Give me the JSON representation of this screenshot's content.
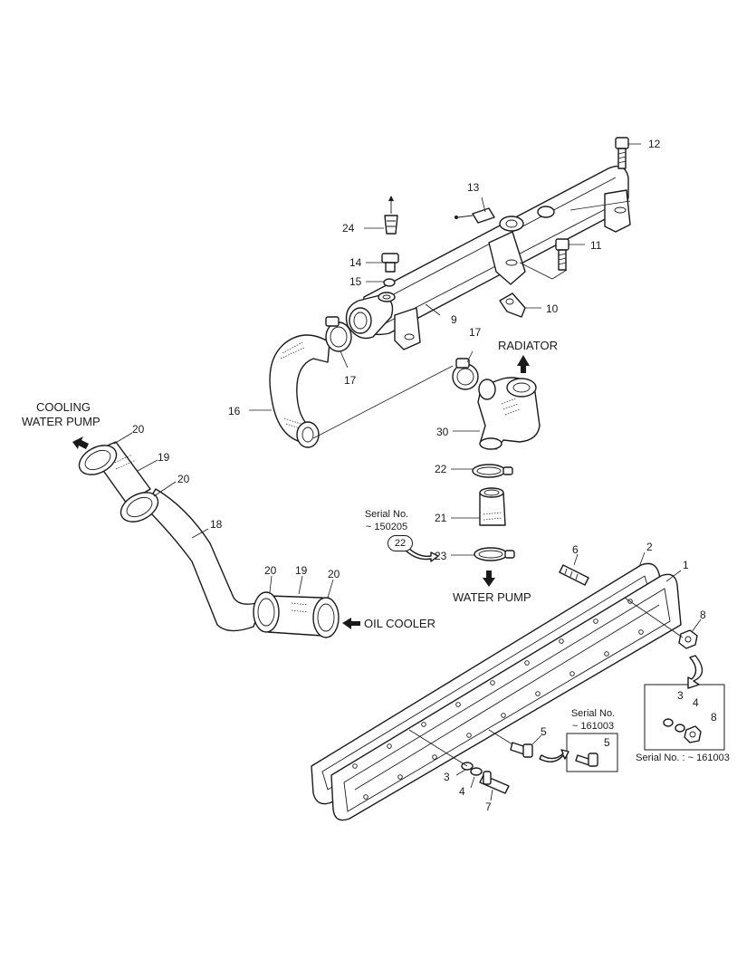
{
  "labels": {
    "cooling_water_pump_1": "COOLING",
    "cooling_water_pump_2": "WATER PUMP",
    "radiator": "RADIATOR",
    "water_pump": "WATER PUMP",
    "oil_cooler": "OIL COOLER"
  },
  "serial_notes": {
    "hose_serial_title": "Serial No.",
    "hose_serial_value": "~ 150205",
    "hose_serial_part": "22",
    "bolt_serial_title": "Serial No.",
    "bolt_serial_value": "~ 161003",
    "bolt_serial_part": "5",
    "nut_serial_caption": "Serial No. : ~ 161003",
    "nut_box_parts": [
      "3",
      "4",
      "8"
    ]
  },
  "callouts": {
    "p1": "1",
    "p2": "2",
    "p3": "3",
    "p4": "4",
    "p5": "5",
    "p6": "6",
    "p7": "7",
    "p8": "8",
    "p9": "9",
    "p10": "10",
    "p11": "11",
    "p12": "12",
    "p13": "13",
    "p14": "14",
    "p15": "15",
    "p16": "16",
    "p17a": "17",
    "p17b": "17",
    "p18": "18",
    "p19a": "19",
    "p19b": "19",
    "p20a": "20",
    "p20b": "20",
    "p20c": "20",
    "p20d": "20",
    "p21": "21",
    "p22": "22",
    "p23": "23",
    "p24": "24",
    "p30": "30"
  }
}
